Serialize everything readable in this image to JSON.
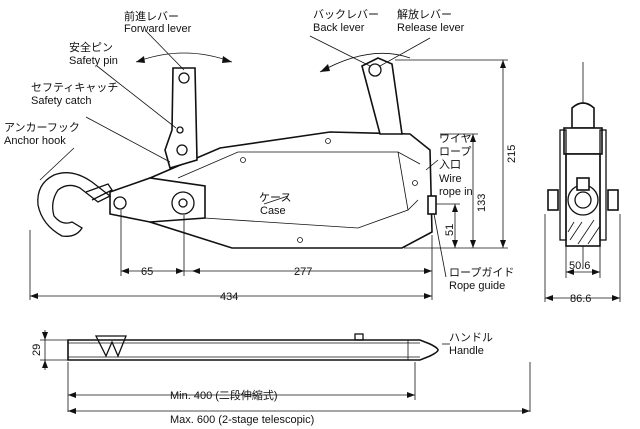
{
  "labels": {
    "forward_lever_jp": "前進レバー",
    "forward_lever_en": "Forward lever",
    "back_lever_jp": "バックレバー",
    "back_lever_en": "Back lever",
    "release_lever_jp": "解放レバー",
    "release_lever_en": "Release lever",
    "safety_pin_jp": "安全ピン",
    "safety_pin_en": "Safety pin",
    "safety_catch_jp": "セフティキャッチ",
    "safety_catch_en": "Safety catch",
    "anchor_hook_jp": "アンカーフック",
    "anchor_hook_en": "Anchor hook",
    "wire_rope_in_jp_1": "ワイヤ",
    "wire_rope_in_jp_2": "ロープ",
    "wire_rope_in_jp_3": "入口",
    "wire_rope_in_en_1": "Wire",
    "wire_rope_in_en_2": "rope in",
    "case_jp": "ケース",
    "case_en": "Case",
    "rope_guide_jp": "ロープガイド",
    "rope_guide_en": "Rope guide",
    "handle_jp": "ハンドル",
    "handle_en": "Handle"
  },
  "dimensions": {
    "d65": "65",
    "d277": "277",
    "d434": "434",
    "d215": "215",
    "d133": "133",
    "d51": "51",
    "d50_6": "50.6",
    "d86_6": "86.6",
    "d29": "29",
    "handle_min": "Min. 400 (二段伸縮式)",
    "handle_max": "Max. 600 (2-stage telescopic)"
  }
}
